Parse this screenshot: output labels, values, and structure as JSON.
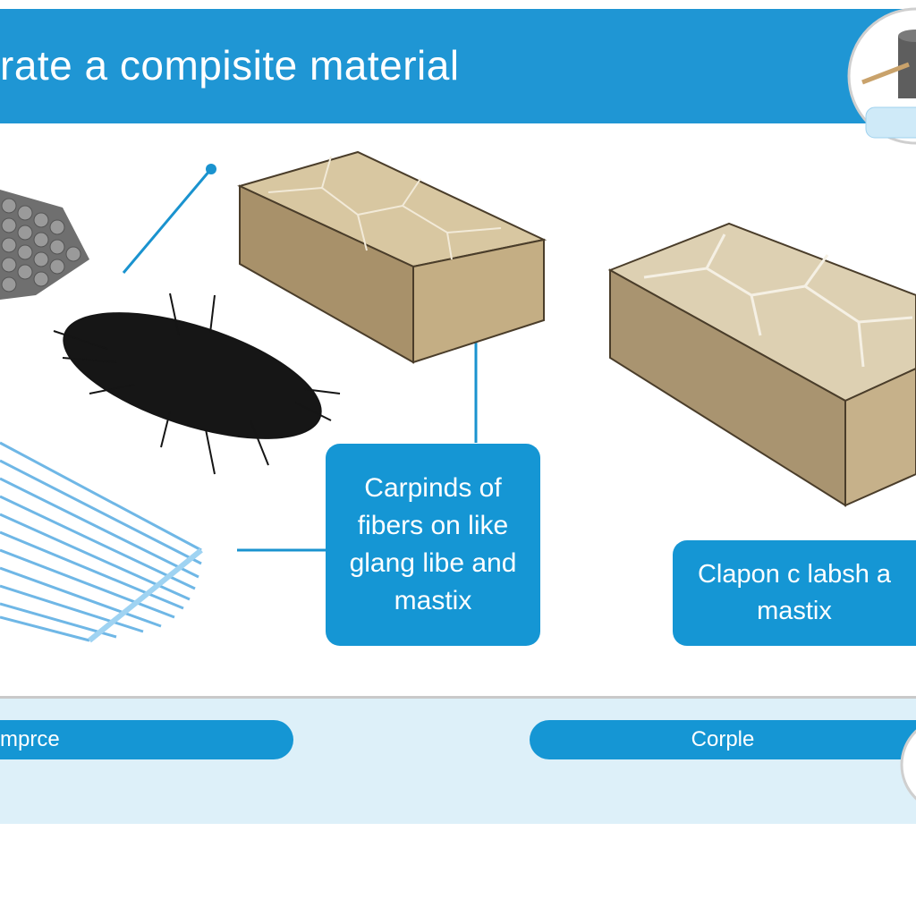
{
  "header": {
    "title": "rate a compisite material"
  },
  "callouts": {
    "center": "Carpinds of\nfibers on like\nglang libe and\nmastix",
    "right": "Clapon c labsh a\nmastix"
  },
  "footer": {
    "left_label": "mprce",
    "right_label": "Corple"
  },
  "colors": {
    "accent": "#1596d4",
    "band": "#ddf0f9",
    "block": "#cdb78a"
  },
  "icons": [
    "granule-cluster-icon",
    "fiber-tuft-icon",
    "glass-fiber-bundle-icon",
    "block-icon",
    "composite-thumbnail-icon"
  ]
}
